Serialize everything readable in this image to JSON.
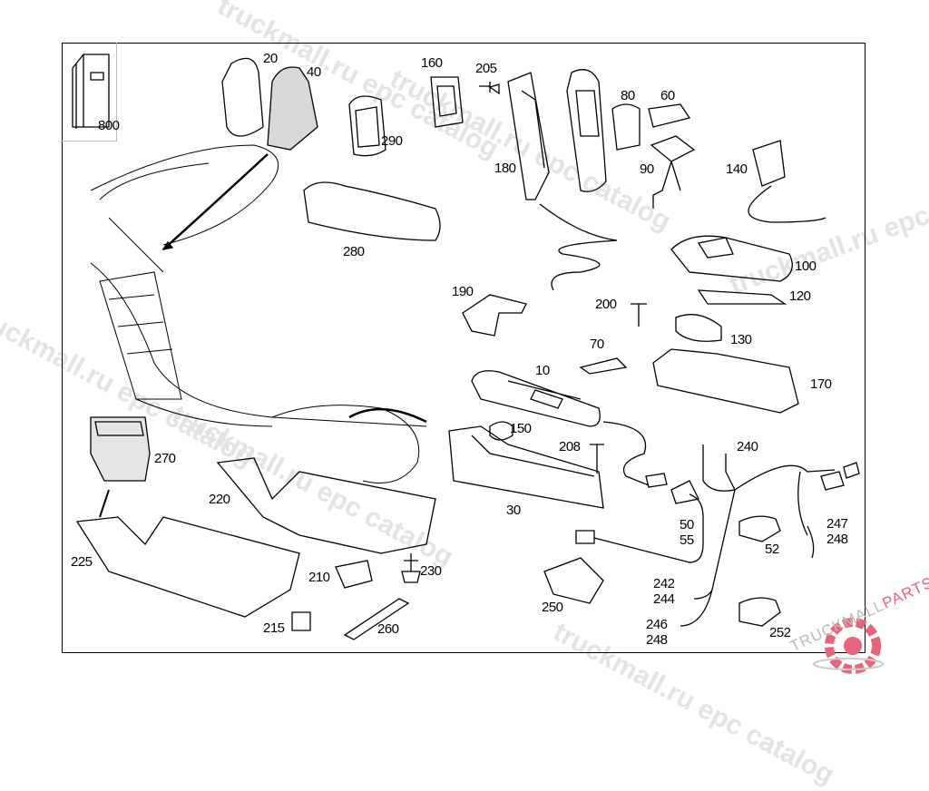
{
  "diagram": {
    "watermark": "truckmall.ru epc catalog",
    "logo": {
      "text_part1": "TRUCKMALL",
      "text_part2": "PARTS",
      "accent_color": "#e8647c"
    },
    "legend_label": "800",
    "parts": [
      {
        "id": "20"
      },
      {
        "id": "40"
      },
      {
        "id": "290"
      },
      {
        "id": "160"
      },
      {
        "id": "205"
      },
      {
        "id": "180"
      },
      {
        "id": "80"
      },
      {
        "id": "60"
      },
      {
        "id": "90"
      },
      {
        "id": "140"
      },
      {
        "id": "280"
      },
      {
        "id": "100"
      },
      {
        "id": "120"
      },
      {
        "id": "190"
      },
      {
        "id": "200"
      },
      {
        "id": "130"
      },
      {
        "id": "70"
      },
      {
        "id": "10"
      },
      {
        "id": "170"
      },
      {
        "id": "150"
      },
      {
        "id": "208"
      },
      {
        "id": "240"
      },
      {
        "id": "270"
      },
      {
        "id": "220"
      },
      {
        "id": "30"
      },
      {
        "id": "50\n55"
      },
      {
        "id": "247\n248"
      },
      {
        "id": "52"
      },
      {
        "id": "225"
      },
      {
        "id": "210"
      },
      {
        "id": "230"
      },
      {
        "id": "242\n244"
      },
      {
        "id": "250"
      },
      {
        "id": "246\n248"
      },
      {
        "id": "215"
      },
      {
        "id": "260"
      },
      {
        "id": "252"
      }
    ]
  }
}
